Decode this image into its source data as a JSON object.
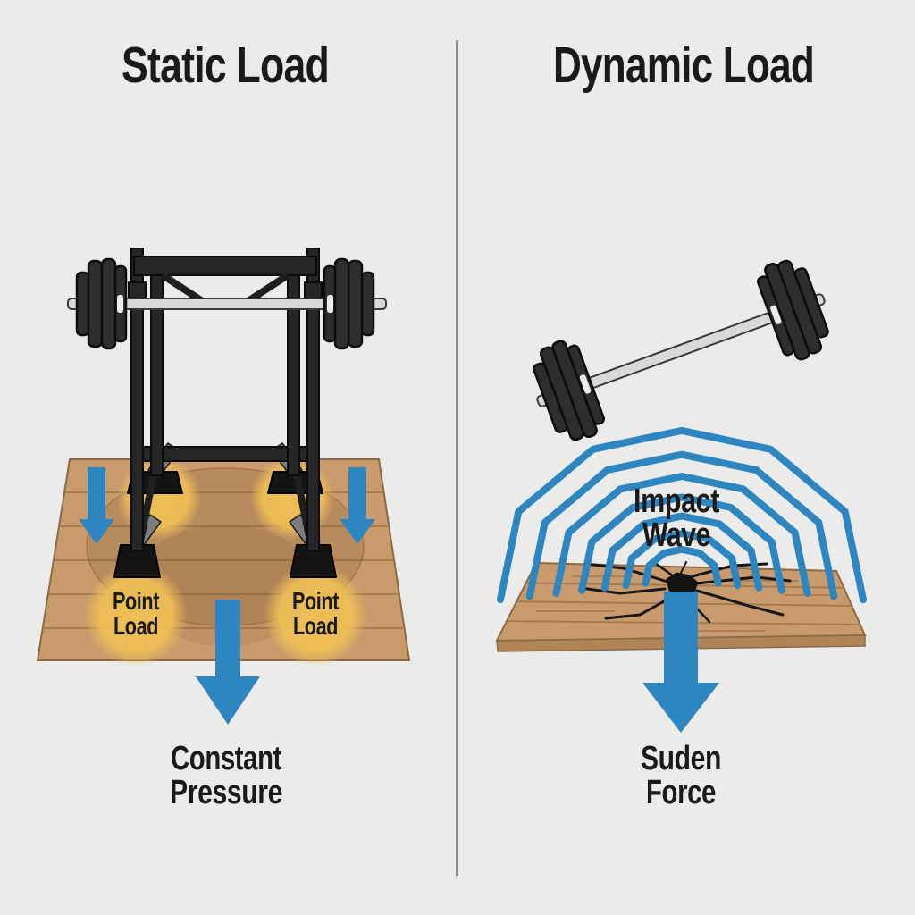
{
  "colors": {
    "background": "#ebebe9",
    "divider": "#8a8a8a",
    "text": "#1a1a1a",
    "accent_blue": "#2e86c0",
    "highlight_yellow": "#f0c055",
    "wood": "#c89a6c",
    "wood_edge": "#8b6a45",
    "rack_dark": "#262626",
    "bar_silver": "#d9d9d9"
  },
  "left_panel": {
    "title": "Static Load",
    "point_load_label": [
      "Point",
      "Load"
    ],
    "bottom_label": [
      "Constant",
      "Pressure"
    ]
  },
  "right_panel": {
    "title": "Dynamic Load",
    "wave_label": [
      "Impact",
      "Wave"
    ],
    "bottom_label": [
      "Suden",
      "Force"
    ]
  }
}
